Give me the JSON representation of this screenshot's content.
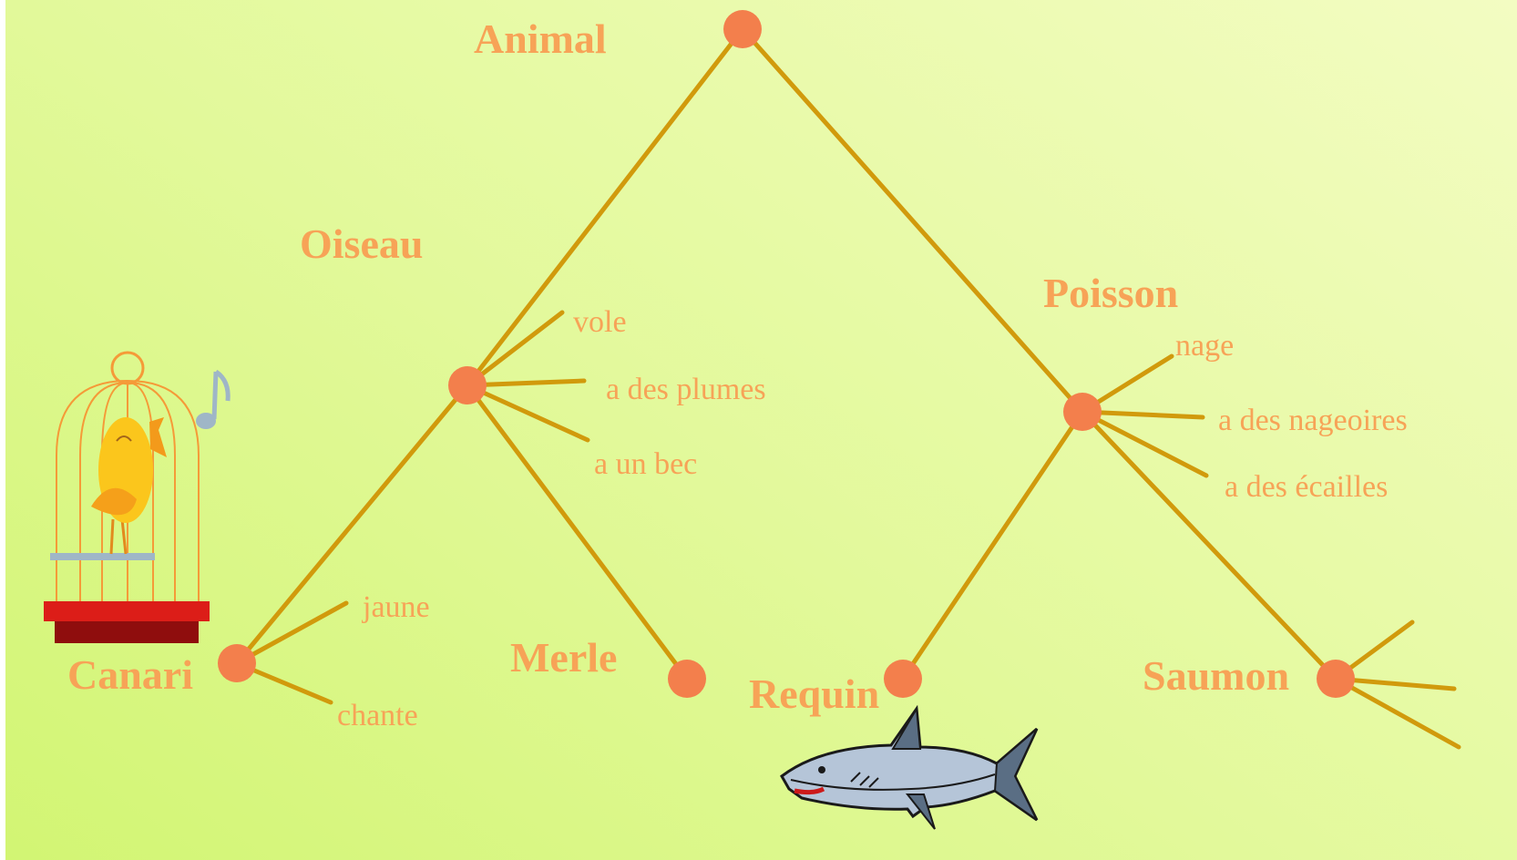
{
  "colors": {
    "background_light": "#f3fcc2",
    "background_dark": "#d2f573",
    "edge": "#d19a0c",
    "node": "#f37f4c",
    "label": "#f7a357"
  },
  "categories": {
    "animal": "Animal",
    "oiseau": "Oiseau",
    "poisson": "Poisson",
    "canari": "Canari",
    "merle": "Merle",
    "requin": "Requin",
    "saumon": "Saumon"
  },
  "properties": {
    "oiseau": [
      "vole",
      "a des plumes",
      "a un bec"
    ],
    "poisson": [
      "nage",
      "a des nageoires",
      "a des écailles"
    ],
    "canari": [
      "jaune",
      "chante"
    ]
  },
  "illustrations": {
    "bird_cage": "canary-in-cage-illustration",
    "music_note": "music-note-icon",
    "shark": "shark-illustration"
  }
}
